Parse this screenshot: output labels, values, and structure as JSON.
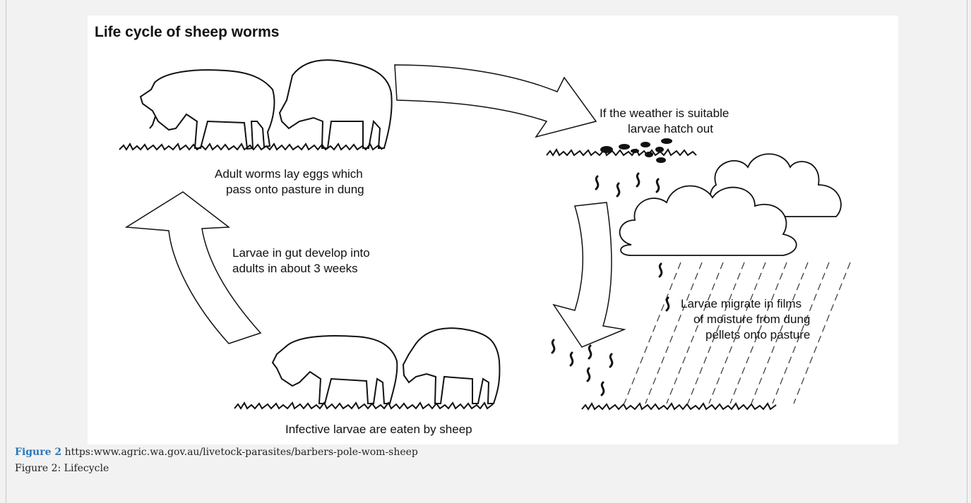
{
  "diagram": {
    "title": "Life cycle of sheep worms",
    "labels": {
      "adult_line1": "Adult worms lay eggs which",
      "adult_line2": "pass onto pasture in dung",
      "hatch_line1": "If the weather is suitable",
      "hatch_line2": "larvae hatch out",
      "gut_line1": "Larvae in gut develop into",
      "gut_line2": "adults in about 3 weeks",
      "migrate_line1": "Larvae migrate in films",
      "migrate_line2": "of moisture from dung",
      "migrate_line3": "pellets onto pasture",
      "eaten": "Infective larvae are eaten by sheep"
    }
  },
  "caption": {
    "figure_label": "Figure 2",
    "source_url": "https:www.agric.wa.gov.au/livetock-parasites/barbers-pole-wom-sheep",
    "subtitle": "Figure 2: Lifecycle"
  }
}
